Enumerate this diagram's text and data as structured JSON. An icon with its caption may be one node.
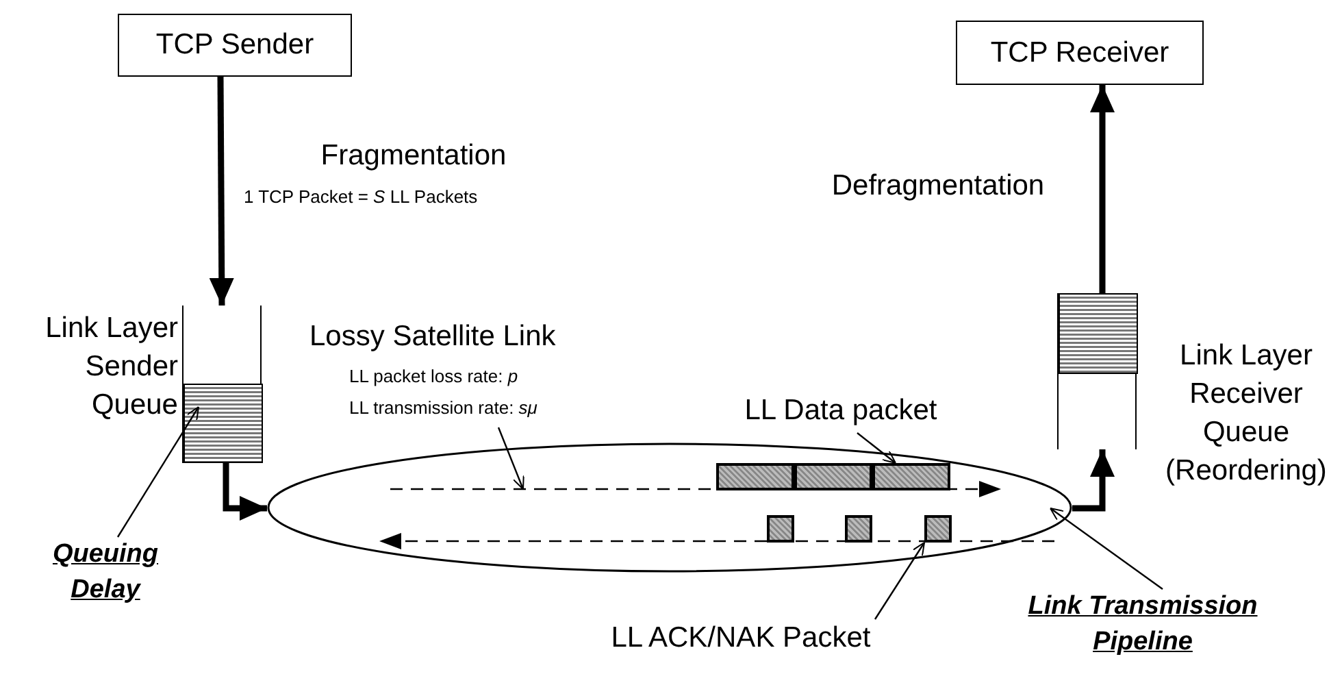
{
  "diagram": {
    "nodes": [
      {
        "text": [
          "TCP Sender"
        ]
      },
      {
        "text": [
          "Link Layer Sender Queue"
        ]
      },
      {
        "text": [],
        "shape": "box",
        "in": 1
      },
      {
        "text": [
          "Queuing Delay"
        ]
      },
      {
        "text": [],
        "shape": "ellipse"
      },
      {
        "text": [],
        "shape": "box",
        "in": 4
      },
      {
        "text": [],
        "shape": "box",
        "in": 4
      },
      {
        "text": [],
        "shape": "box",
        "in": 4
      },
      {
        "text": [],
        "shape": "box",
        "in": 4
      },
      {
        "text": [],
        "shape": "box",
        "in": 4
      },
      {
        "text": [],
        "shape": "box",
        "in": 4
      },
      {
        "text": [
          "LL transmission rate: *sμ*"
        ]
      },
      {
        "text": [
          "LL Data packet"
        ]
      },
      {
        "text": [
          "LL ACK/NAK Packet"
        ]
      },
      {
        "text": [
          "Link Transmission Pipeline"
        ]
      },
      {
        "text": [
          "Link Layer Receiver Queue (Reordering)"
        ]
      },
      {
        "text": [],
        "shape": "box",
        "in": 15
      },
      {
        "text": [
          "TCP Receiver"
        ]
      }
    ],
    "edges": [
      {
        "from": 0,
        "to": 1,
        "arrow": "to",
        "label": "Fragmentation",
        "style": "thick"
      },
      {
        "from": 1,
        "to": 4,
        "arrow": "to",
        "style": "thick"
      },
      {
        "from": 4,
        "to": 15,
        "arrow": "to",
        "style": "thick"
      },
      {
        "from": 15,
        "to": 17,
        "arrow": "to",
        "label": "Defragmentation",
        "style": "thick"
      },
      {
        "from": 3,
        "to": 2,
        "arrow": "to"
      },
      {
        "from": 11,
        "to": null,
        "arrow": "to"
      },
      {
        "from": 12,
        "to": 7,
        "arrow": "to"
      },
      {
        "from": 13,
        "to": 10,
        "arrow": "to"
      },
      {
        "from": 14,
        "to": 4,
        "arrow": "to"
      }
    ],
    "labels": [
      "1 TCP Packet = *S* LL Packets",
      "Lossy Satellite Link",
      "LL packet loss rate: *p*"
    ]
  }
}
